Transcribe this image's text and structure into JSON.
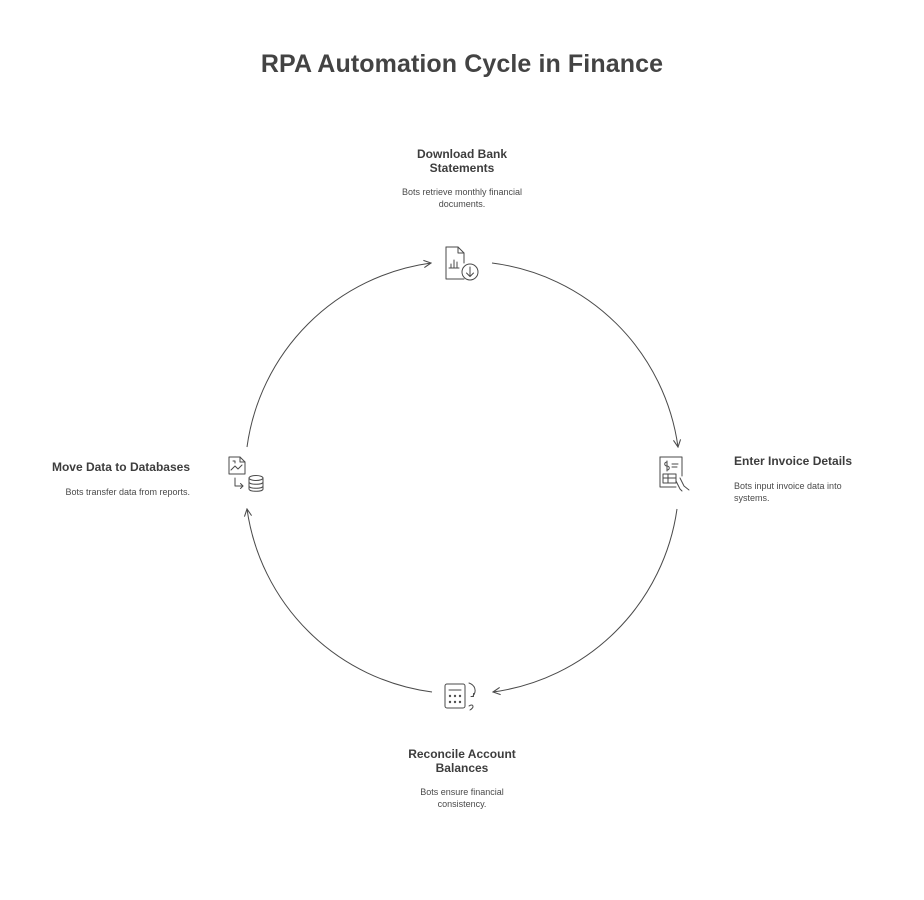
{
  "title": "RPA Automation Cycle in Finance",
  "steps": [
    {
      "title_lines": [
        "Download Bank",
        "Statements"
      ],
      "desc_lines": [
        "Bots retrieve monthly financial",
        "documents."
      ],
      "icon": "document-download-icon"
    },
    {
      "title_lines": [
        "Enter Invoice Details"
      ],
      "desc_lines": [
        "Bots input invoice data into",
        "systems."
      ],
      "icon": "invoice-entry-icon"
    },
    {
      "title_lines": [
        "Reconcile Account",
        "Balances"
      ],
      "desc_lines": [
        "Bots ensure financial",
        "consistency."
      ],
      "icon": "calculator-sync-icon"
    },
    {
      "title_lines": [
        "Move Data to Databases"
      ],
      "desc_lines": [
        "Bots transfer data from reports."
      ],
      "icon": "report-to-database-icon"
    }
  ],
  "colors": {
    "stroke": "#4a4a4a",
    "text": "#3d3d3d"
  }
}
